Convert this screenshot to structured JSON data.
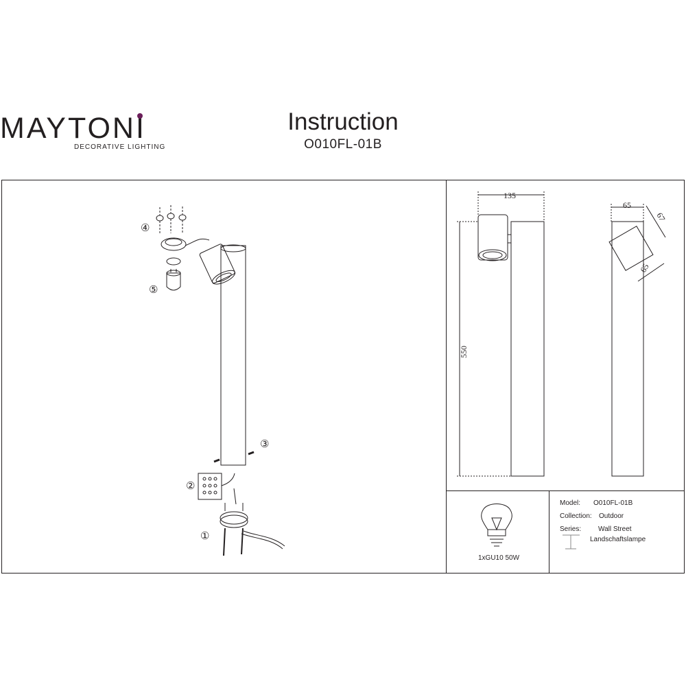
{
  "brand": {
    "name": "MAYTONI",
    "tagline": "DECORATIVE LIGHTING",
    "accent": "#6b1e5a"
  },
  "header": {
    "title": "Instruction",
    "code": "O010FL-01B"
  },
  "steps": [
    "④",
    "⑤",
    "③",
    "②",
    "①"
  ],
  "dimensions": {
    "width": "135",
    "height": "550",
    "head_top": "65",
    "head_side": "67",
    "head_depth": "65"
  },
  "lamp": {
    "label": "1xGU10 50W"
  },
  "specs": {
    "model_label": "Model:",
    "model_value": "O010FL-01B",
    "collection_label": "Collection:",
    "collection_value": "Outdoor",
    "series_label": "Series:",
    "series_value": "Wall Street",
    "type_value": "Landschaftslampe"
  }
}
